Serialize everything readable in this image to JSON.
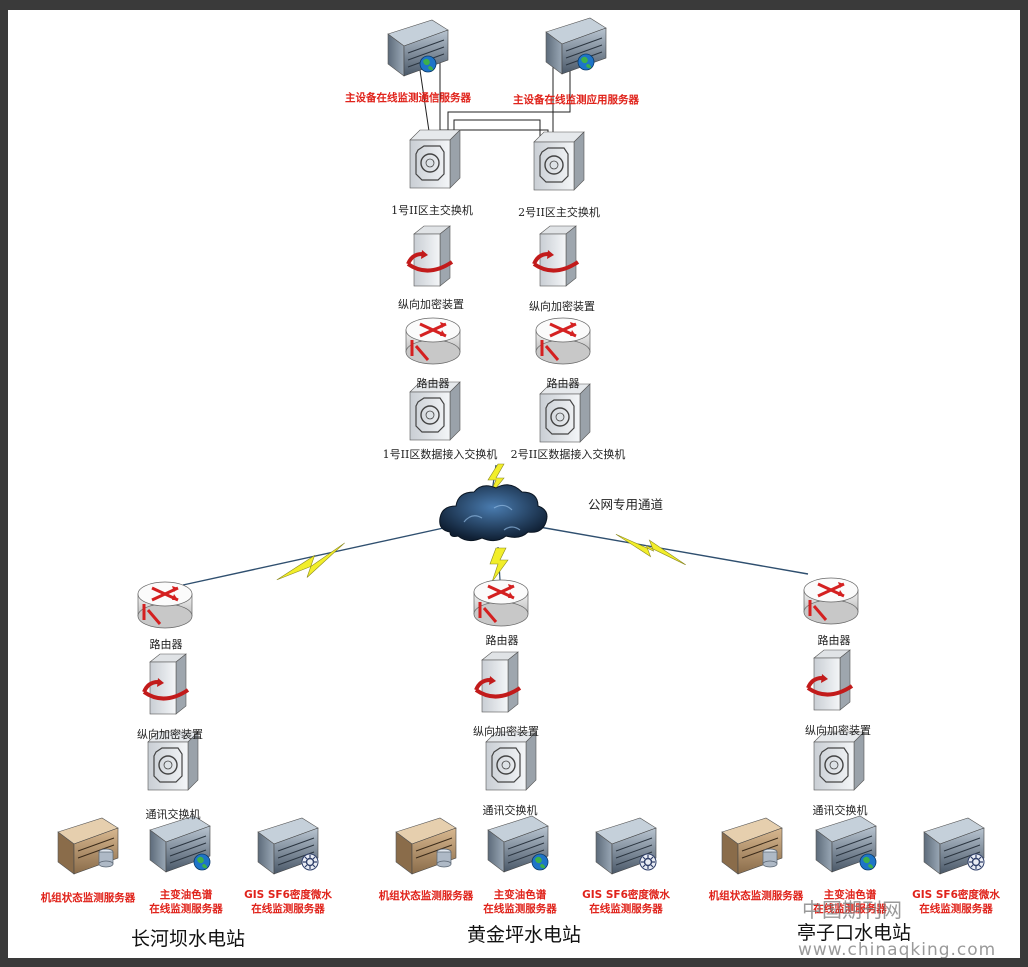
{
  "top": {
    "comm_server": "主设备在线监测通信服务器",
    "app_server": "主设备在线监测应用服务器",
    "switch1": "1号II区主交换机",
    "switch2": "2号II区主交换机",
    "encrypt1": "纵向加密装置",
    "encrypt2": "纵向加密装置",
    "router1": "路由器",
    "router2": "路由器",
    "access1": "1号II区数据接入交换机",
    "access2": "2号II区数据接入交换机",
    "cloud": "公网专用通道"
  },
  "stations": [
    {
      "name": "长河坝水电站",
      "router": "路由器",
      "encrypt": "纵向加密装置",
      "switch": "通讯交换机",
      "server1": "机组状态监测服务器",
      "server2_l1": "主变油色谱",
      "server2_l2": "在线监测服务器",
      "server3_l1": "GIS SF6密度微水",
      "server3_l2": "在线监测服务器"
    },
    {
      "name": "黄金坪水电站",
      "router": "路由器",
      "encrypt": "纵向加密装置",
      "switch": "通讯交换机",
      "server1": "机组状态监测服务器",
      "server2_l1": "主变油色谱",
      "server2_l2": "在线监测服务器",
      "server3_l1": "GIS SF6密度微水",
      "server3_l2": "在线监测服务器"
    },
    {
      "name": "亭子口水电站",
      "router": "路由器",
      "encrypt": "纵向加密装置",
      "switch": "通讯交换机",
      "server1": "机组状态监测服务器",
      "server2_l1": "主变油色谱",
      "server2_l2": "在线监测服务器",
      "server3_l1": "GIS SF6密度微水",
      "server3_l2": "在线监测服务器"
    }
  ],
  "watermark": {
    "cn": "中国期刊网",
    "url": "www.chinaqking.com"
  },
  "colors": {
    "label_red": "#e0231b",
    "lightning": "#f2ee2a",
    "cloud": "#1c3350",
    "router_arrow": "#d42020"
  }
}
